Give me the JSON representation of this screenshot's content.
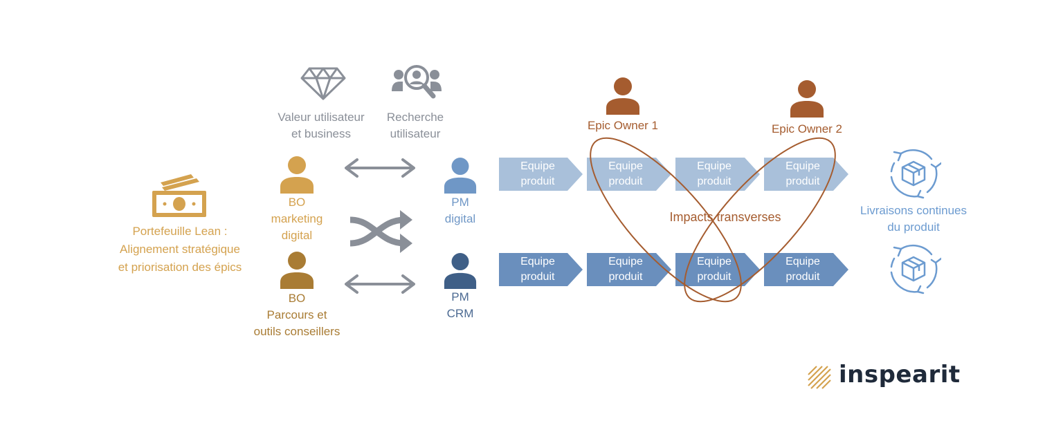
{
  "portfolio": {
    "icon": "money-icon",
    "lines": [
      "Portefeuille Lean :",
      "Alignement stratégique",
      "et priorisation des épics"
    ],
    "color": "#d4a24f"
  },
  "bo_marketing": {
    "icon": "person-icon",
    "lines": [
      "BO",
      "marketing",
      "digital"
    ],
    "color": "#d4a24f"
  },
  "bo_parcours": {
    "icon": "person-icon",
    "lines": [
      "BO",
      "Parcours et",
      "outils conseillers"
    ],
    "color": "#a97c34"
  },
  "value_user": {
    "icon": "diamond-icon",
    "lines": [
      "Valeur utilisateur",
      "et business"
    ],
    "color": "#8a8f98"
  },
  "research_user": {
    "icon": "user-search-icon",
    "lines": [
      "Recherche",
      "utilisateur"
    ],
    "color": "#8a8f98"
  },
  "pm_digital": {
    "icon": "person-icon",
    "lines": [
      "PM",
      "digital"
    ],
    "color": "#6f97c6"
  },
  "pm_crm": {
    "icon": "person-icon",
    "lines": [
      "PM",
      "CRM"
    ],
    "color": "#3f5f87"
  },
  "epic_owner_1": {
    "icon": "person-icon",
    "label": "Epic Owner 1",
    "color": "#a55c2f"
  },
  "epic_owner_2": {
    "icon": "person-icon",
    "label": "Epic Owner 2",
    "color": "#a55c2f"
  },
  "team_row_digital": {
    "color": "#a9c0da",
    "teams": [
      {
        "line1": "Equipe",
        "line2": "produit"
      },
      {
        "line1": "Equipe",
        "line2": "produit"
      },
      {
        "line1": "Equipe",
        "line2": "produit"
      },
      {
        "line1": "Equipe",
        "line2": "produit"
      }
    ]
  },
  "team_row_crm": {
    "color": "#6a8fbd",
    "teams": [
      {
        "line1": "Equipe",
        "line2": "produit"
      },
      {
        "line1": "Equipe",
        "line2": "produit"
      },
      {
        "line1": "Equipe",
        "line2": "produit"
      },
      {
        "line1": "Equipe",
        "line2": "produit"
      }
    ]
  },
  "impacts_label": "Impacts transverses",
  "deliveries": {
    "icon": "box-cycle-icon",
    "lines": [
      "Livraisons continues",
      "du produit"
    ],
    "color": "#6c9bd0"
  },
  "logo": {
    "text": "inspearit",
    "icon": "logo-stripes-icon",
    "mark_color": "#d4a24f"
  }
}
